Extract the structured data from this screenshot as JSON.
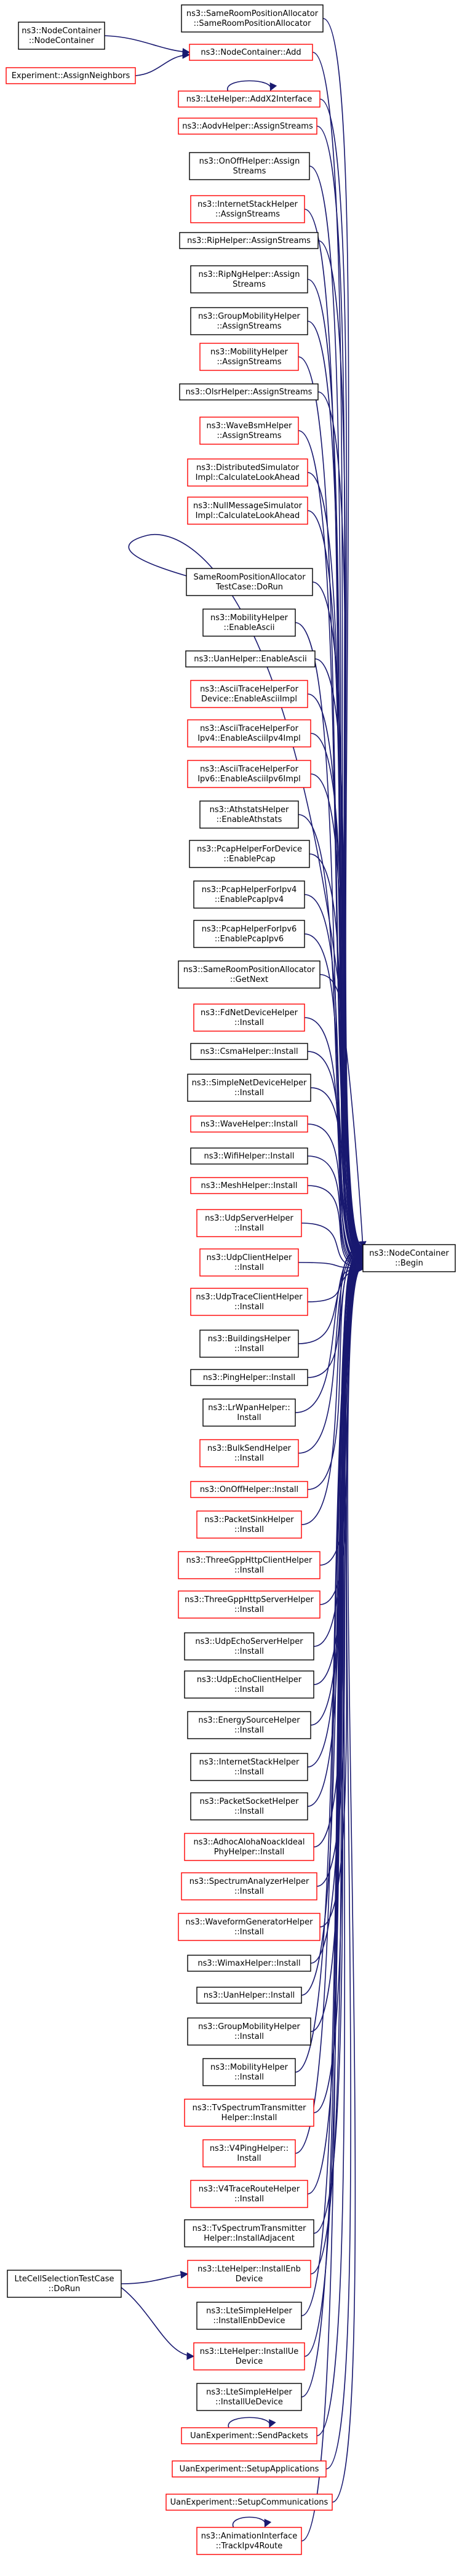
{
  "colors": {
    "edge": "#191970",
    "border_default": "#000000",
    "border_red": "#ff0000",
    "focus_fill": "#bfbfbf"
  },
  "focus": {
    "id": "begin",
    "lines": [
      "ns3::NodeContainer",
      "::Begin"
    ]
  },
  "nodes": [
    {
      "id": "srp_ctor",
      "lines": [
        "ns3::SameRoomPositionAllocator",
        "::SameRoomPositionAllocator"
      ],
      "border": "black"
    },
    {
      "id": "nc_ctor",
      "lines": [
        "ns3::NodeContainer",
        "::NodeContainer"
      ],
      "border": "black"
    },
    {
      "id": "nc_add",
      "lines": [
        "ns3::NodeContainer::Add"
      ],
      "border": "red"
    },
    {
      "id": "exp_assign",
      "lines": [
        "Experiment::AssignNeighbors"
      ],
      "border": "red"
    },
    {
      "id": "lte_addx2",
      "lines": [
        "ns3::LteHelper::AddX2Interface"
      ],
      "border": "red"
    },
    {
      "id": "aodv",
      "lines": [
        "ns3::AodvHelper::AssignStreams"
      ],
      "border": "red"
    },
    {
      "id": "onoff_as",
      "lines": [
        "ns3::OnOffHelper::Assign",
        "Streams"
      ],
      "border": "black"
    },
    {
      "id": "inet_as",
      "lines": [
        "ns3::InternetStackHelper",
        "::AssignStreams"
      ],
      "border": "red"
    },
    {
      "id": "rip",
      "lines": [
        "ns3::RipHelper::AssignStreams"
      ],
      "border": "black"
    },
    {
      "id": "ripng",
      "lines": [
        "ns3::RipNgHelper::Assign",
        "Streams"
      ],
      "border": "black"
    },
    {
      "id": "groupmob_as",
      "lines": [
        "ns3::GroupMobilityHelper",
        "::AssignStreams"
      ],
      "border": "black"
    },
    {
      "id": "mob_as",
      "lines": [
        "ns3::MobilityHelper",
        "::AssignStreams"
      ],
      "border": "red"
    },
    {
      "id": "olsr",
      "lines": [
        "ns3::OlsrHelper::AssignStreams"
      ],
      "border": "black"
    },
    {
      "id": "wavebsm",
      "lines": [
        "ns3::WaveBsmHelper",
        "::AssignStreams"
      ],
      "border": "red"
    },
    {
      "id": "distsim",
      "lines": [
        "ns3::DistributedSimulator",
        "Impl::CalculateLookAhead"
      ],
      "border": "red"
    },
    {
      "id": "nullmsg",
      "lines": [
        "ns3::NullMessageSimulator",
        "Impl::CalculateLookAhead"
      ],
      "border": "red"
    },
    {
      "id": "srp_tc",
      "lines": [
        "SameRoomPositionAllocator",
        "TestCase::DoRun"
      ],
      "border": "black"
    },
    {
      "id": "mob_ascii",
      "lines": [
        "ns3::MobilityHelper",
        "::EnableAscii"
      ],
      "border": "black"
    },
    {
      "id": "uan_ascii",
      "lines": [
        "ns3::UanHelper::EnableAscii"
      ],
      "border": "black"
    },
    {
      "id": "ascii_dev",
      "lines": [
        "ns3::AsciiTraceHelperFor",
        "Device::EnableAsciiImpl"
      ],
      "border": "red"
    },
    {
      "id": "ascii_v4",
      "lines": [
        "ns3::AsciiTraceHelperFor",
        "Ipv4::EnableAsciiIpv4Impl"
      ],
      "border": "red"
    },
    {
      "id": "ascii_v6",
      "lines": [
        "ns3::AsciiTraceHelperFor",
        "Ipv6::EnableAsciiIpv6Impl"
      ],
      "border": "red"
    },
    {
      "id": "athstats",
      "lines": [
        "ns3::AthstatsHelper",
        "::EnableAthstats"
      ],
      "border": "black"
    },
    {
      "id": "pcap_dev",
      "lines": [
        "ns3::PcapHelperForDevice",
        "::EnablePcap"
      ],
      "border": "black"
    },
    {
      "id": "pcap_v4",
      "lines": [
        "ns3::PcapHelperForIpv4",
        "::EnablePcapIpv4"
      ],
      "border": "black"
    },
    {
      "id": "pcap_v6",
      "lines": [
        "ns3::PcapHelperForIpv6",
        "::EnablePcapIpv6"
      ],
      "border": "black"
    },
    {
      "id": "srp_next",
      "lines": [
        "ns3::SameRoomPositionAllocator",
        "::GetNext"
      ],
      "border": "black"
    },
    {
      "id": "fdnet",
      "lines": [
        "ns3::FdNetDeviceHelper",
        "::Install"
      ],
      "border": "red"
    },
    {
      "id": "csma",
      "lines": [
        "ns3::CsmaHelper::Install"
      ],
      "border": "black"
    },
    {
      "id": "simplenet",
      "lines": [
        "ns3::SimpleNetDeviceHelper",
        "::Install"
      ],
      "border": "black"
    },
    {
      "id": "wave",
      "lines": [
        "ns3::WaveHelper::Install"
      ],
      "border": "red"
    },
    {
      "id": "wifi",
      "lines": [
        "ns3::WifiHelper::Install"
      ],
      "border": "black"
    },
    {
      "id": "mesh",
      "lines": [
        "ns3::MeshHelper::Install"
      ],
      "border": "red"
    },
    {
      "id": "udpserver",
      "lines": [
        "ns3::UdpServerHelper",
        "::Install"
      ],
      "border": "red"
    },
    {
      "id": "udpclient",
      "lines": [
        "ns3::UdpClientHelper",
        "::Install"
      ],
      "border": "red"
    },
    {
      "id": "udptrace",
      "lines": [
        "ns3::UdpTraceClientHelper",
        "::Install"
      ],
      "border": "red"
    },
    {
      "id": "buildings",
      "lines": [
        "ns3::BuildingsHelper",
        "::Install"
      ],
      "border": "black"
    },
    {
      "id": "ping",
      "lines": [
        "ns3::PingHelper::Install"
      ],
      "border": "black"
    },
    {
      "id": "lrwpan",
      "lines": [
        "ns3::LrWpanHelper::",
        "Install"
      ],
      "border": "black"
    },
    {
      "id": "bulksend",
      "lines": [
        "ns3::BulkSendHelper",
        "::Install"
      ],
      "border": "red"
    },
    {
      "id": "onoff_inst",
      "lines": [
        "ns3::OnOffHelper::Install"
      ],
      "border": "red"
    },
    {
      "id": "packetsink",
      "lines": [
        "ns3::PacketSinkHelper",
        "::Install"
      ],
      "border": "red"
    },
    {
      "id": "tgpp_client",
      "lines": [
        "ns3::ThreeGppHttpClientHelper",
        "::Install"
      ],
      "border": "red"
    },
    {
      "id": "tgpp_server",
      "lines": [
        "ns3::ThreeGppHttpServerHelper",
        "::Install"
      ],
      "border": "red"
    },
    {
      "id": "udpecho_s",
      "lines": [
        "ns3::UdpEchoServerHelper",
        "::Install"
      ],
      "border": "black"
    },
    {
      "id": "udpecho_c",
      "lines": [
        "ns3::UdpEchoClientHelper",
        "::Install"
      ],
      "border": "black"
    },
    {
      "id": "energy",
      "lines": [
        "ns3::EnergySourceHelper",
        "::Install"
      ],
      "border": "black"
    },
    {
      "id": "inet_inst",
      "lines": [
        "ns3::InternetStackHelper",
        "::Install"
      ],
      "border": "black"
    },
    {
      "id": "packetsock",
      "lines": [
        "ns3::PacketSocketHelper",
        "::Install"
      ],
      "border": "black"
    },
    {
      "id": "adhocaloha",
      "lines": [
        "ns3::AdhocAlohaNoackIdeal",
        "PhyHelper::Install"
      ],
      "border": "red"
    },
    {
      "id": "specanalyzer",
      "lines": [
        "ns3::SpectrumAnalyzerHelper",
        "::Install"
      ],
      "border": "red"
    },
    {
      "id": "waveformgen",
      "lines": [
        "ns3::WaveformGeneratorHelper",
        "::Install"
      ],
      "border": "red"
    },
    {
      "id": "wimax",
      "lines": [
        "ns3::WimaxHelper::Install"
      ],
      "border": "black"
    },
    {
      "id": "uan_inst",
      "lines": [
        "ns3::UanHelper::Install"
      ],
      "border": "black"
    },
    {
      "id": "groupmob_inst",
      "lines": [
        "ns3::GroupMobilityHelper",
        "::Install"
      ],
      "border": "black"
    },
    {
      "id": "mob_inst",
      "lines": [
        "ns3::MobilityHelper",
        "::Install"
      ],
      "border": "black"
    },
    {
      "id": "tvspec_inst",
      "lines": [
        "ns3::TvSpectrumTransmitter",
        "Helper::Install"
      ],
      "border": "red"
    },
    {
      "id": "v4ping",
      "lines": [
        "ns3::V4PingHelper::",
        "Install"
      ],
      "border": "red"
    },
    {
      "id": "v4traceroute",
      "lines": [
        "ns3::V4TraceRouteHelper",
        "::Install"
      ],
      "border": "red"
    },
    {
      "id": "tvspec_adj",
      "lines": [
        "ns3::TvSpectrumTransmitter",
        "Helper::InstallAdjacent"
      ],
      "border": "black"
    },
    {
      "id": "lte_enb",
      "lines": [
        "ns3::LteHelper::InstallEnb",
        "Device"
      ],
      "border": "red"
    },
    {
      "id": "ltesimple_enb",
      "lines": [
        "ns3::LteSimpleHelper",
        "::InstallEnbDevice"
      ],
      "border": "black"
    },
    {
      "id": "lte_ue",
      "lines": [
        "ns3::LteHelper::InstallUe",
        "Device"
      ],
      "border": "red"
    },
    {
      "id": "ltesimple_ue",
      "lines": [
        "ns3::LteSimpleHelper",
        "::InstallUeDevice"
      ],
      "border": "black"
    },
    {
      "id": "lte_cell_tc",
      "lines": [
        "LteCellSelectionTestCase",
        "::DoRun"
      ],
      "border": "black"
    },
    {
      "id": "uan_send",
      "lines": [
        "UanExperiment::SendPackets"
      ],
      "border": "red"
    },
    {
      "id": "uan_apps",
      "lines": [
        "UanExperiment::SetupApplications"
      ],
      "border": "red"
    },
    {
      "id": "uan_comm",
      "lines": [
        "UanExperiment::SetupCommunications"
      ],
      "border": "red"
    },
    {
      "id": "anim_trace",
      "lines": [
        "ns3::AnimationInterface",
        "::TrackIpv4Route"
      ],
      "border": "red"
    }
  ]
}
